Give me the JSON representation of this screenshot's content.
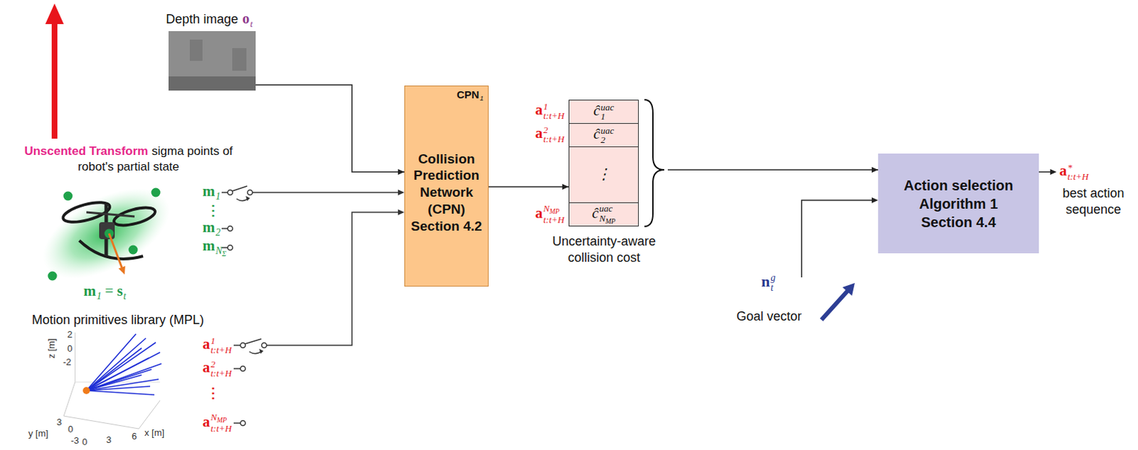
{
  "diagram": {
    "nodes": [
      {
        "text": [
          "Depth image",
          "o",
          "t"
        ]
      },
      {
        "text": [
          "CPN",
          "1",
          "Collision Prediction Network (CPN) Section 4.2"
        ]
      },
      {
        "text": [
          "Uncertainty-aware collision cost"
        ]
      },
      {
        "text": [
          "ĉ",
          "uac",
          "1"
        ],
        "in": 2
      },
      {
        "text": [
          "ĉ",
          "uac",
          "2"
        ],
        "in": 2
      },
      {
        "text": [
          "⋮"
        ],
        "in": 2
      },
      {
        "text": [
          "ĉ",
          "uac",
          "N",
          "MP"
        ],
        "in": 2
      },
      {
        "text": [
          "Action selection Algorithm 1 Section 4.4"
        ]
      }
    ],
    "edges": [
      {
        "from": 0,
        "to": 1,
        "arrow": "to"
      },
      {
        "from": 1,
        "to": 2,
        "arrow": "to"
      },
      {
        "from": 2,
        "to": 7,
        "arrow": "to"
      }
    ],
    "labels": [
      "Unscented Transform",
      "sigma points of robot's partial state",
      "m",
      "1",
      "⋮",
      "m",
      "2",
      "m",
      "N",
      "Σ",
      "m",
      "1",
      "=",
      "s",
      "t",
      "Motion primitives library (MPL)",
      "2",
      "0",
      "-2",
      "z [m]",
      "3",
      "0",
      "-3",
      "y [m]",
      "0",
      "3",
      "6",
      "x [m]",
      "a",
      "1",
      "t:t+H",
      "a",
      "2",
      "t:t+H",
      "⋮",
      "a",
      "N",
      "MP",
      "t:t+H",
      "a",
      "1",
      "t:t+H",
      "a",
      "2",
      "t:t+H",
      "a",
      "N",
      "MP",
      "t:t+H",
      "n",
      "g",
      "t",
      "Goal vector",
      "a",
      "*",
      "t:t+H",
      "best action sequence"
    ]
  }
}
